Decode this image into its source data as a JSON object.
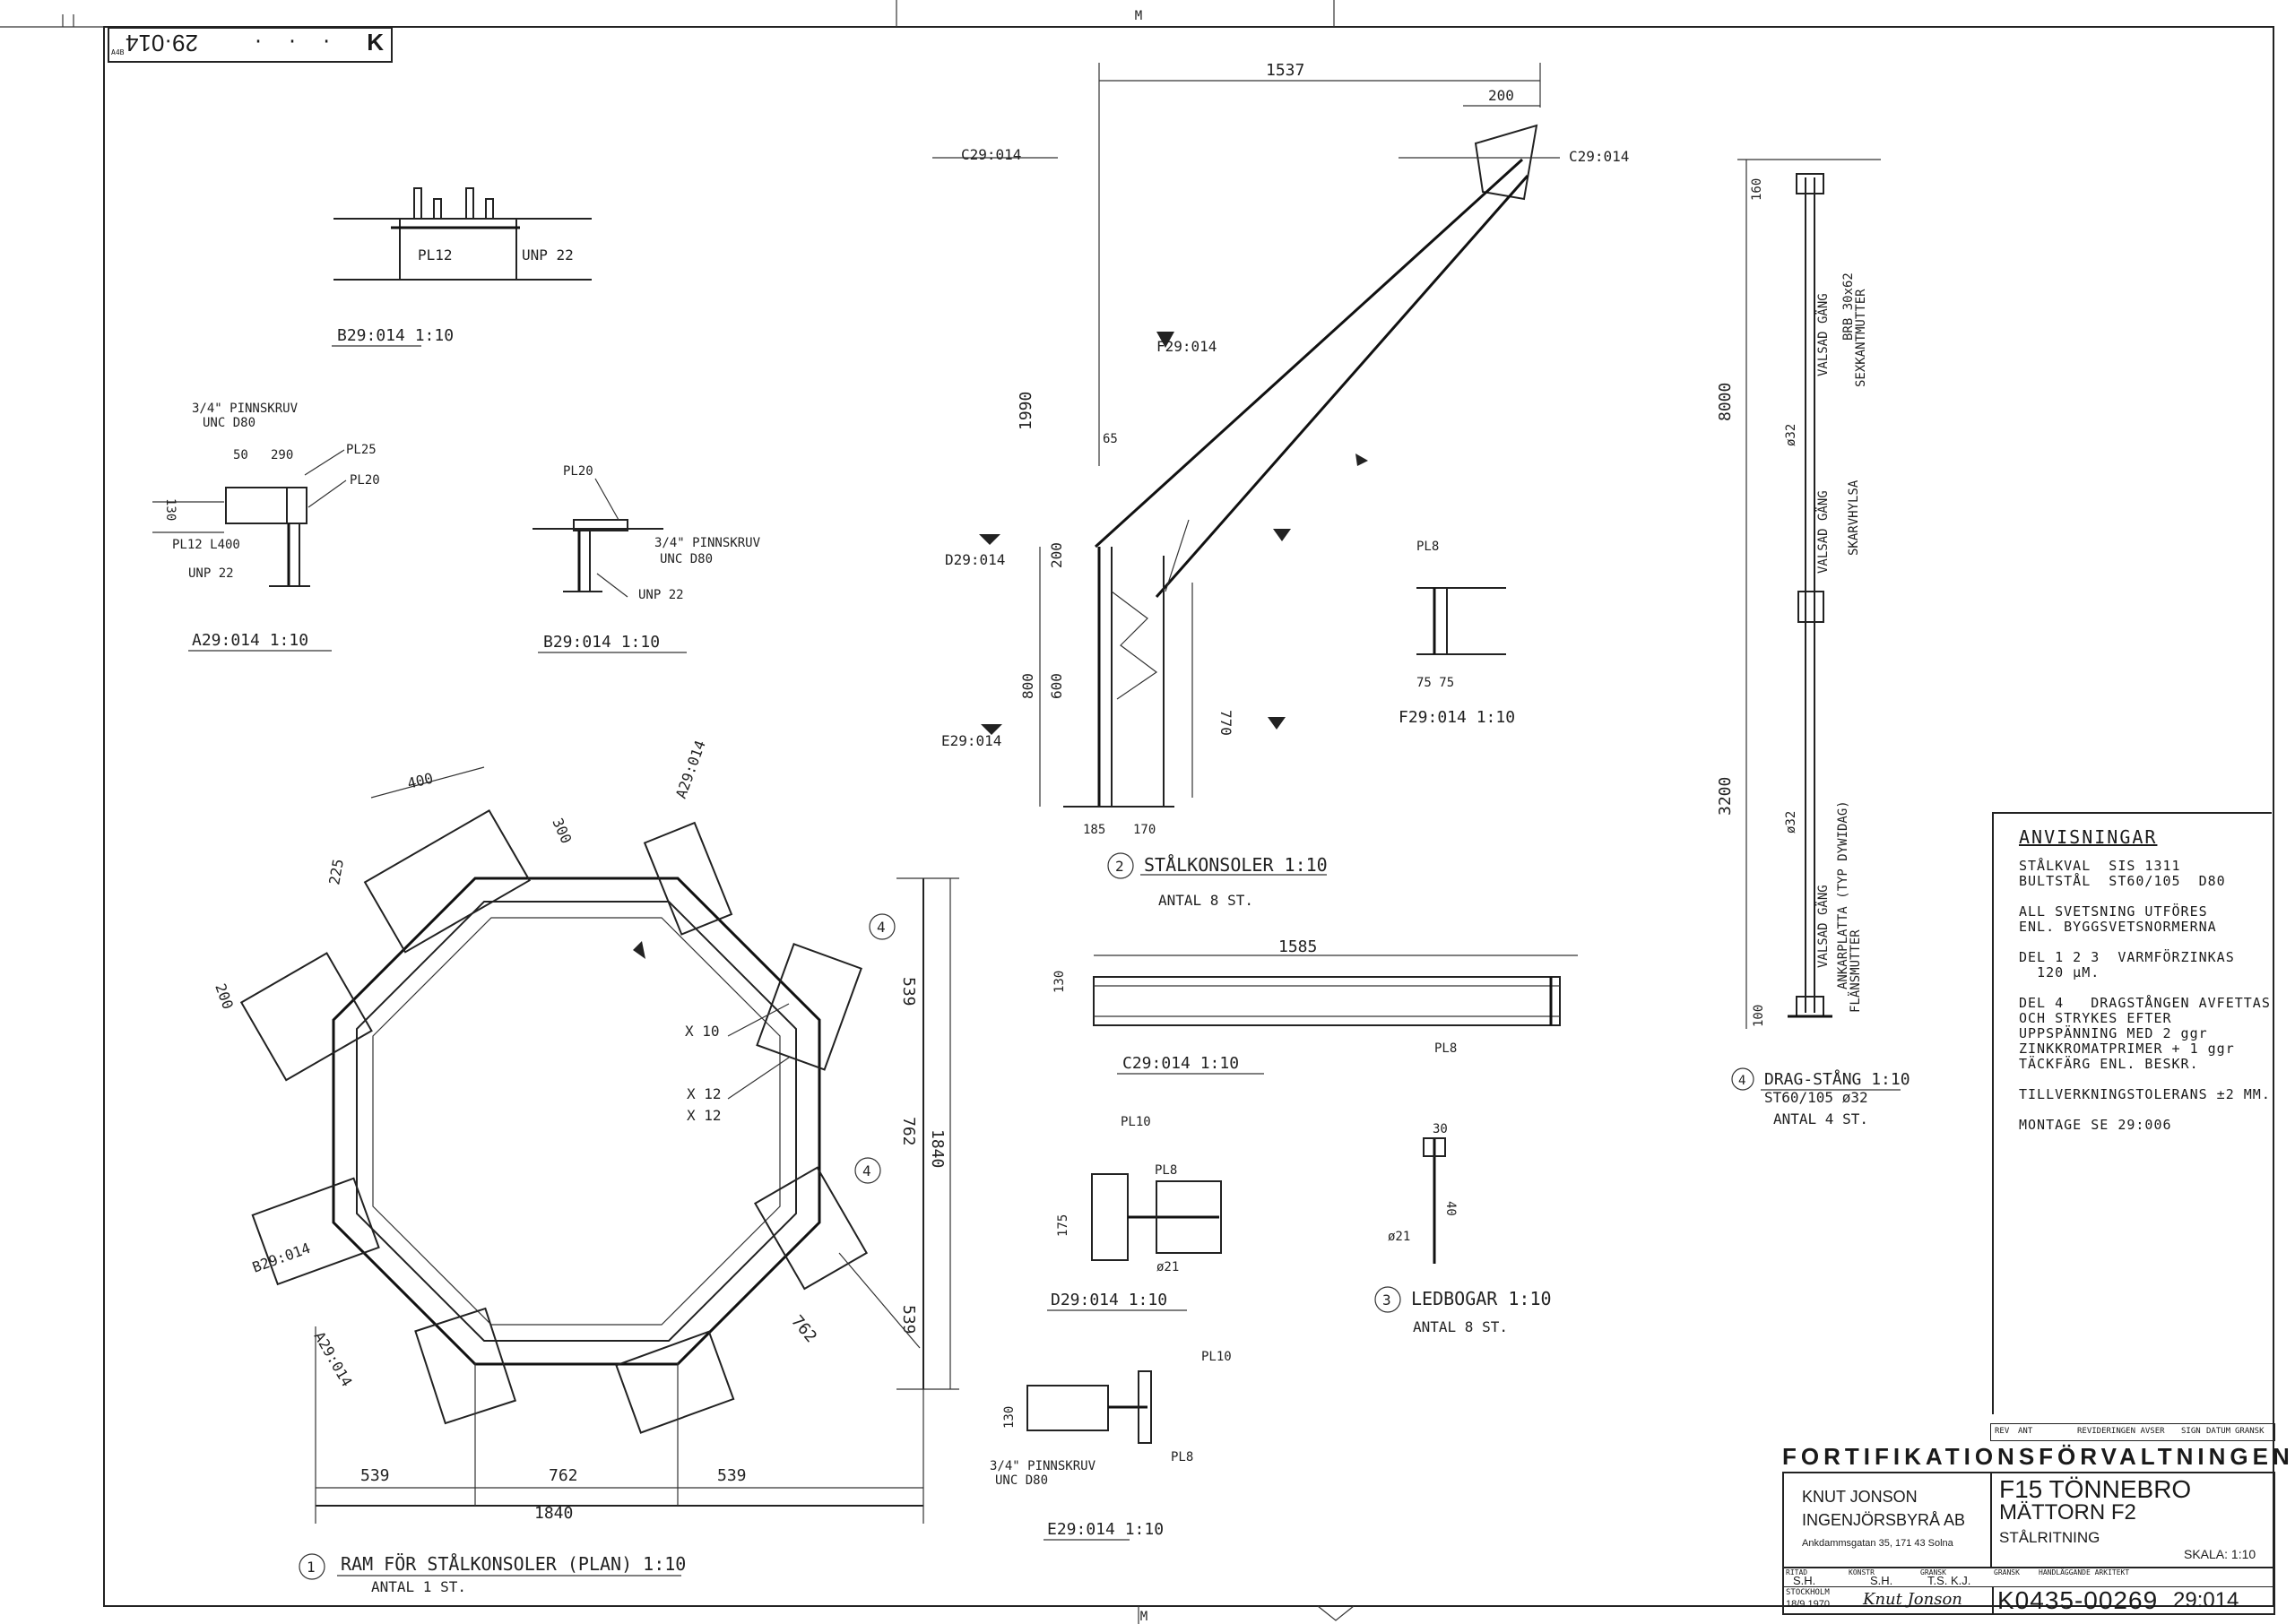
{
  "sheet": {
    "grid_mark_top": "M",
    "grid_mark_bottom": "M",
    "corner_code": "K",
    "corner_drawing_no": "29·014",
    "corner_small": "A4B"
  },
  "views": {
    "sec_b_title": "B29:014  1:10",
    "sec_b_pl": "PL12",
    "sec_b_unp": "UNP 22",
    "sec_a_title": "A29:014  1:10",
    "sec_a_lbl1": "3/4\" PINNSKRUV",
    "sec_a_lbl2": "UNC D80",
    "sec_a_pl25": "PL25",
    "sec_a_pl20": "PL20",
    "sec_a_pl12": "PL12 L400",
    "sec_a_unp": "UNP 22",
    "sec_a_d1": "130",
    "sec_a_d2": "50",
    "sec_a_d3": "290",
    "sec_b2_title": "B29:014  1:10",
    "sec_b2_pl": "PL20",
    "sec_b2_lbl1": "3/4\" PINNSKRUV",
    "sec_b2_lbl2": "UNC D80",
    "sec_b2_unp": "UNP 22",
    "plan_title": "RAM FÖR STÅLKONSOLER (PLAN)  1:10",
    "plan_num": "1",
    "plan_qty": "ANTAL 1 ST.",
    "plan_d539a": "539",
    "plan_d762": "762",
    "plan_d539b": "539",
    "plan_d1840": "1840",
    "plan_v539": "539",
    "plan_v762": "762",
    "plan_v1840": "1840",
    "plan_v539b": "539",
    "plan_d400": "400",
    "plan_d300": "300",
    "plan_d200": "200",
    "plan_d225": "225",
    "plan_diag762": "762",
    "plan_ref_a": "A29:014",
    "plan_ref_b": "B29:014",
    "plan_ref_c": "A29:014",
    "plan_x1": "X 10",
    "plan_x2": "X 12",
    "plan_x3": "X 12",
    "plan_e4a": "4",
    "plan_e4b": "4",
    "cons_title": "STÅLKONSOLER  1:10",
    "cons_num": "2",
    "cons_qty": "ANTAL 8 ST.",
    "cons_d1537": "1537",
    "cons_d200": "200",
    "cons_d1990": "1990",
    "cons_d800": "800",
    "cons_d600": "600",
    "cons_d200b": "200",
    "cons_d770": "770",
    "cons_d185": "185",
    "cons_d170": "170",
    "cons_d65": "65",
    "cons_refC1": "C29:014",
    "cons_refC2": "C29:014",
    "cons_refF": "F29:014",
    "cons_refD": "D29:014",
    "cons_refE": "E29:014",
    "sec_c_title": "C29:014  1:10",
    "sec_c_d1585": "1585",
    "sec_c_d130": "130",
    "sec_c_pl": "PL8",
    "sec_f_title": "F29:014  1:10",
    "sec_f_pl": "PL8",
    "sec_f_d": "75 75",
    "sec_d_title": "D29:014  1:10",
    "sec_d_pl10": "PL10",
    "sec_d_pl8": "PL8",
    "sec_d_d21": "ø21",
    "sec_d_d175": "175",
    "sec_e_title": "E29:014  1:10",
    "sec_e_pl10": "PL10",
    "sec_e_pl8": "PL8",
    "sec_e_lbl1": "3/4\" PINNSKRUV",
    "sec_e_lbl2": "UNC D80",
    "sec_e_d": "130",
    "link_title": "LEDBOGAR  1:10",
    "link_num": "3",
    "link_qty": "ANTAL 8 ST.",
    "link_d21": "ø21",
    "link_d30": "30",
    "link_d40": "40",
    "rod_title": "DRAG-STÅNG  1:10",
    "rod_spec": "ST60/105 ø32",
    "rod_num": "4",
    "rod_qty": "ANTAL 4 ST.",
    "rod_d8000": "8000",
    "rod_d3200": "3200",
    "rod_d32a": "ø32",
    "rod_d32b": "ø32",
    "rod_d160": "160",
    "rod_d100": "100",
    "rod_lbl1": "VALSAD GÄNG",
    "rod_lbl2": "BRB 30x62",
    "rod_lbl3": "SEXKANTMUTTER",
    "rod_lbl4": "VALSAD GÄNG",
    "rod_lbl5": "SKARVHYLSA",
    "rod_lbl6": "VALSAD GÄNG",
    "rod_lbl7": "FLÄNSMUTTER",
    "rod_lbl8": "ANKARPLATTA (TYP DYWIDAG)"
  },
  "notes": {
    "heading": "ANVISNINGAR",
    "lines": [
      "STÅLKVAL  SIS 1311",
      "BULTSTÅL  ST60/105  D80",
      "",
      "ALL SVETSNING UTFÖRES",
      "ENL. BYGGSVETSNORMERNA",
      "",
      "DEL 1 2 3  VARMFÖRZINKAS",
      "  120 μM.",
      "",
      "DEL 4   DRAGSTÅNGEN AVFETTAS",
      "OCH STRYKES EFTER",
      "UPPSPÄNNING MED 2 ggr",
      "ZINKKROMATPRIMER + 1 ggr",
      "TÄCKFÄRG ENL. BESKR.",
      "",
      "TILLVERKNINGSTOLERANS ±2 MM.",
      "",
      "MONTAGE SE 29:006"
    ]
  },
  "title_block": {
    "rev_cols": [
      "REV",
      "ANT",
      "REVIDERINGEN AVSER",
      "SIGN",
      "DATUM",
      "GRANSK"
    ],
    "agency": "FORTIFIKATIONSFÖRVALTNINGEN",
    "firm_line1": "KNUT JONSON",
    "firm_line2": "INGENJÖRSBYRÅ AB",
    "firm_address": "Ankdammsgatan 35, 171 43 Solna",
    "project_line1": "F15 TÖNNEBRO",
    "project_line2": "MÄTTORN  F2",
    "project_line3": "STÅLRITNING",
    "scale": "SKALA: 1:10",
    "sig_cols": [
      "RITAD",
      "KONSTR",
      "GRANSK",
      "GRANSK",
      "HANDLÄGGANDE ARKITEKT"
    ],
    "sig_vals": [
      "S.H.",
      "S.H.",
      "T.S. K.J."
    ],
    "location": "STOCKHOLM",
    "date": "18/9 1970",
    "signature": "Knut Jonson",
    "drawing_number": "K0435-00269",
    "sheet_number": "29:014"
  }
}
